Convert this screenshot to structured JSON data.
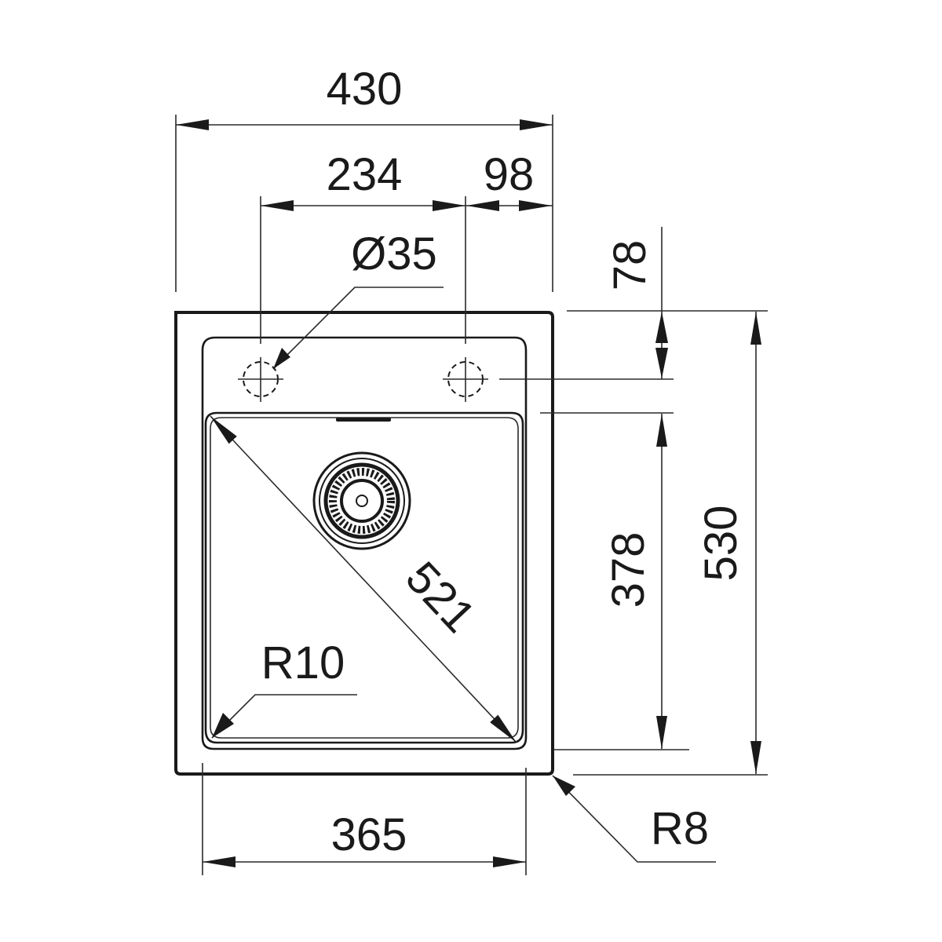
{
  "diagram": {
    "subject": "Sink technical dimension drawing (top view)",
    "line_color": "#1a1a1a",
    "background": "#ffffff"
  },
  "dimensions": {
    "overall_width": "430",
    "tap_hole_spacing": "234",
    "tap_hole_to_edge": "98",
    "tap_hole_diameter": "Ø35",
    "tap_hole_from_top": "78",
    "bowl_diagonal": "521",
    "bowl_corner_radius": "R10",
    "bowl_width": "365",
    "bowl_depth": "378",
    "overall_depth": "530",
    "outer_corner_radius": "R8"
  },
  "features": [
    {
      "name": "outer-frame",
      "label": "Sink outer edge"
    },
    {
      "name": "tap-hole-left",
      "label": "Tap hole (pre-marked)"
    },
    {
      "name": "tap-hole-right",
      "label": "Tap hole (pre-marked)"
    },
    {
      "name": "bowl",
      "label": "Bowl"
    },
    {
      "name": "drain-strainer",
      "label": "Drain strainer"
    },
    {
      "name": "overflow-slot",
      "label": "Overflow"
    }
  ]
}
